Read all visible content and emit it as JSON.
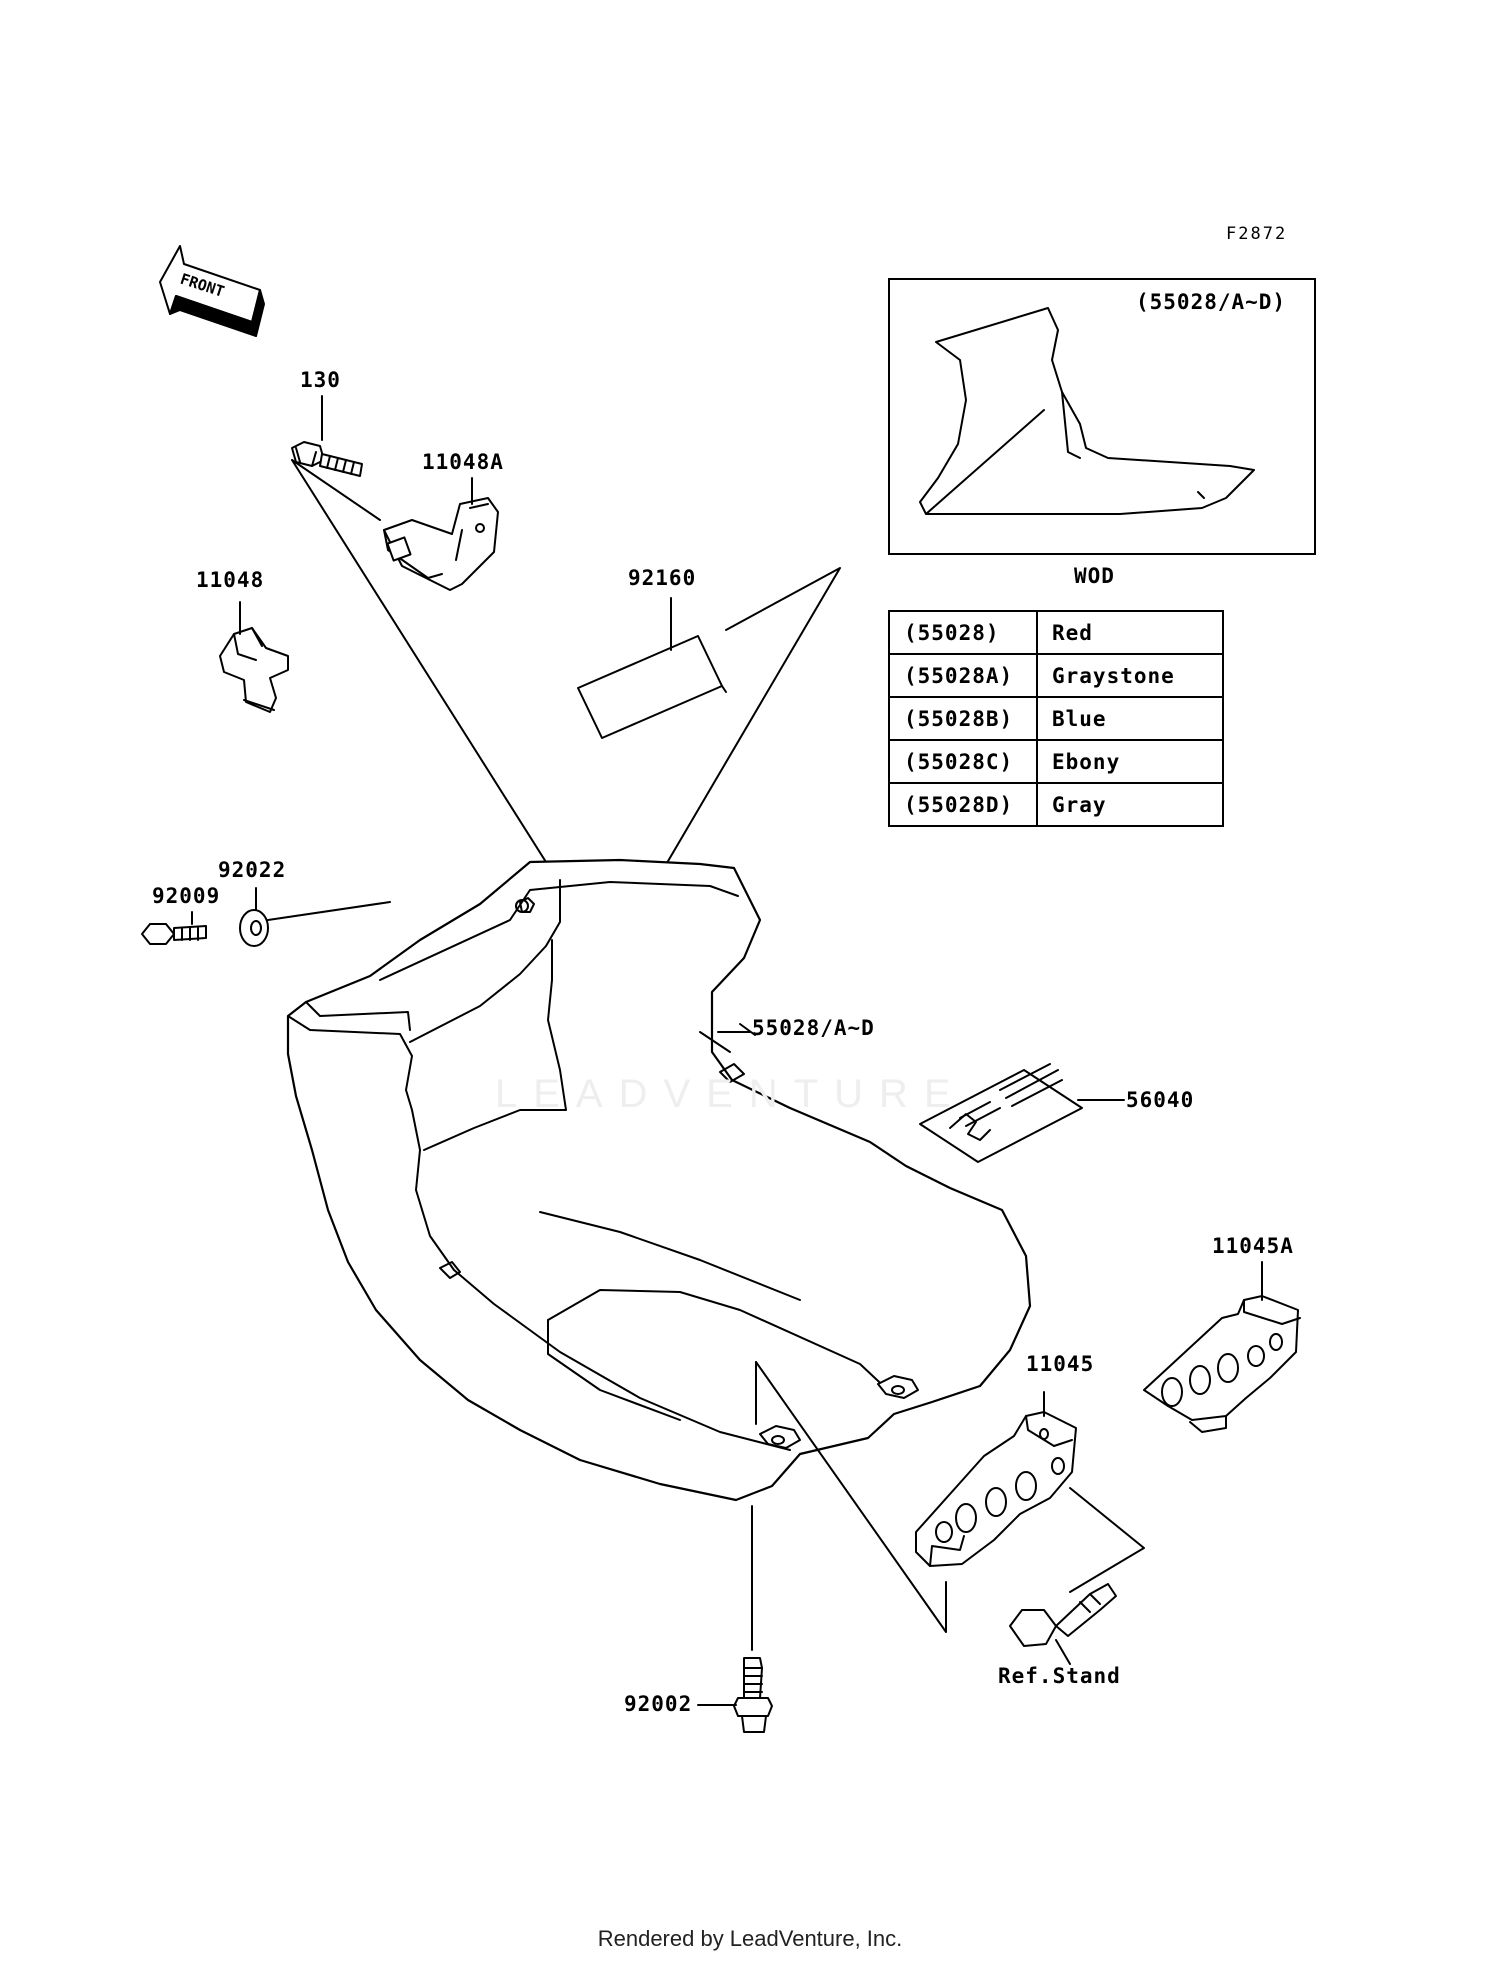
{
  "figure_code": "F2872",
  "front_arrow_label": "FRONT",
  "parts": {
    "p130": "130",
    "p11048A": "11048A",
    "p11048": "11048",
    "p92160": "92160",
    "p92022": "92022",
    "p92009": "92009",
    "p55028": "55028/A~D",
    "p56040": "56040",
    "p11045A": "11045A",
    "p11045": "11045",
    "p92002": "92002",
    "ref_stand": "Ref.Stand"
  },
  "inset": {
    "label": "(55028/A~D)",
    "caption": "WOD"
  },
  "color_table": [
    {
      "code": "(55028)",
      "color": "Red"
    },
    {
      "code": "(55028A)",
      "color": "Graystone"
    },
    {
      "code": "(55028B)",
      "color": "Blue"
    },
    {
      "code": "(55028C)",
      "color": "Ebony"
    },
    {
      "code": "(55028D)",
      "color": "Gray"
    }
  ],
  "watermark": "LEADVENTURE",
  "footer": "Rendered by LeadVenture, Inc."
}
